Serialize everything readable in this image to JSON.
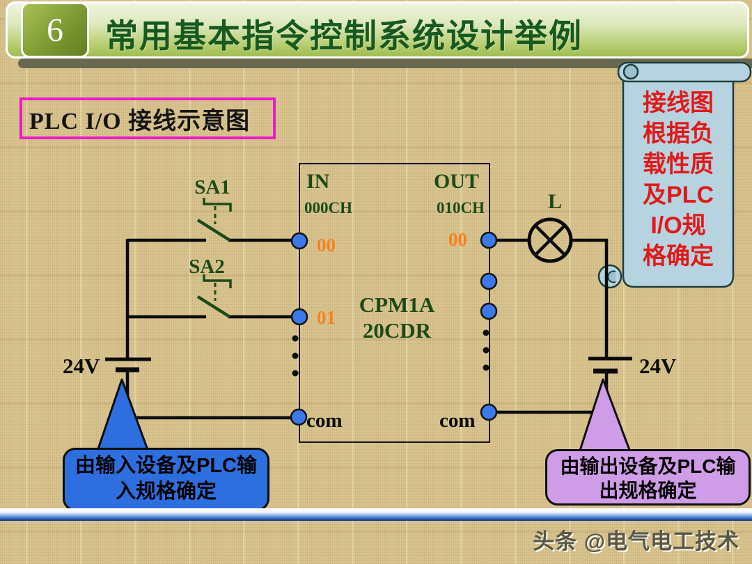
{
  "header": {
    "slide_number": "6",
    "title": "常用基本指令控制系统设计举例"
  },
  "diagram_title": "PLC I/O 接线示意图",
  "scroll_note": {
    "lines": [
      "接线图",
      "根据负",
      "载性质",
      "及PLC",
      "I/O规",
      "格确定"
    ]
  },
  "plc": {
    "in_header": "IN",
    "in_channel": "000CH",
    "out_header": "OUT",
    "out_channel": "010CH",
    "model_line1": "CPM1A",
    "model_line2": "20CDR",
    "input_terminals": [
      "00",
      "01"
    ],
    "output_terminal": "00",
    "com_left": "com",
    "com_right": "com"
  },
  "input_side": {
    "switch1_label": "SA1",
    "switch2_label": "SA2",
    "supply_label": "24V"
  },
  "output_side": {
    "lamp_label": "L",
    "supply_label": "24V"
  },
  "callout_input": {
    "line1": "由输入设备及PLC输",
    "line2": "入规格确定"
  },
  "callout_output": {
    "line1": "由输出设备及PLC输",
    "line2": "出规格确定"
  },
  "watermark": "头条 @电气电工技术",
  "colors": {
    "header_text_green": "#17591f",
    "diagram_green": "#1c4a16",
    "terminal_blue": "#3b79e8",
    "orange_label": "#f58220",
    "scroll_text_red": "#df1a1a",
    "magenta_border": "#ea1cc8",
    "callout_input_fill": "#2e6fe0",
    "callout_output_fill": "#cf9de8",
    "scroll_fill": "#b7d3e0"
  }
}
